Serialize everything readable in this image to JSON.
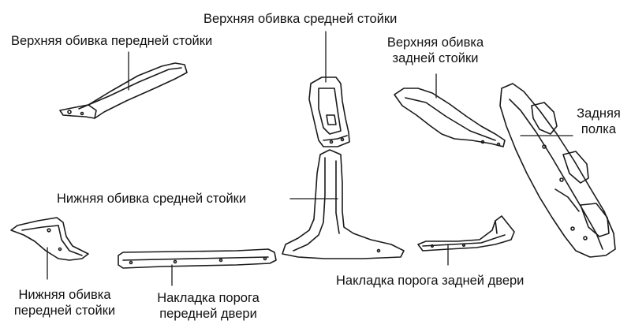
{
  "labels": {
    "front_pillar_upper": "Верхняя обивка передней стойки",
    "center_pillar_upper": "Верхняя обивка средней стойки",
    "rear_pillar_upper_line1": "Верхняя обивка",
    "rear_pillar_upper_line2": "задней стойки",
    "rear_shelf_line1": "Задняя",
    "rear_shelf_line2": "полка",
    "center_pillar_lower": "Нижняя обивка средней стойки",
    "front_pillar_lower_line1": "Нижняя обивка",
    "front_pillar_lower_line2": "передней стойки",
    "front_door_scuff_line1": "Накладка порога",
    "front_door_scuff_line2": "передней двери",
    "rear_door_scuff": "Накладка порога задней двери"
  },
  "colors": {
    "line": "#1a1a1a",
    "background": "#ffffff"
  }
}
